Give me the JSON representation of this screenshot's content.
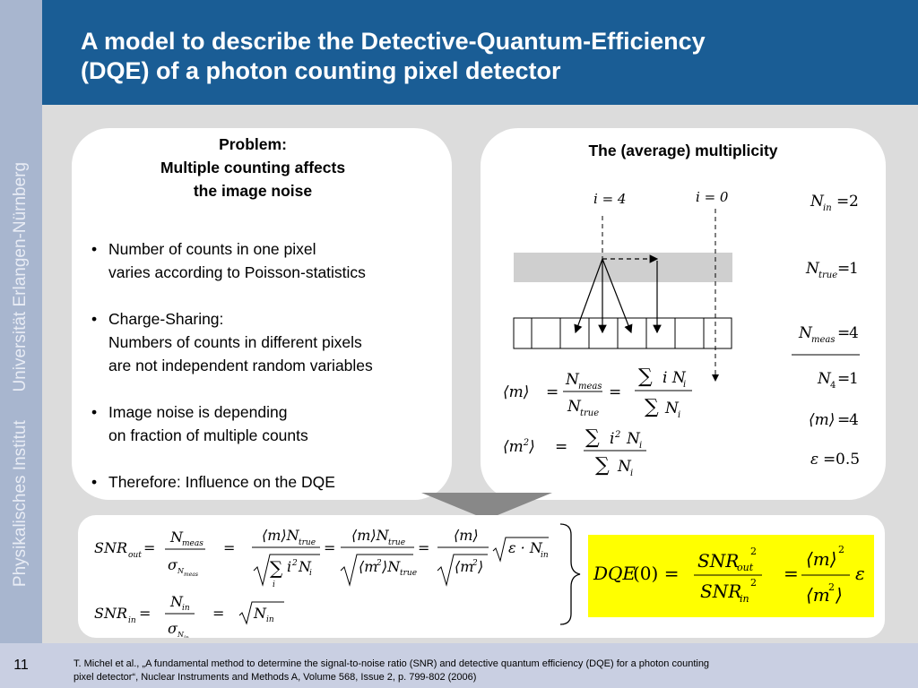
{
  "sidebar": {
    "text": "Physikalisches Institut      Universität Erlangen-Nürnberg"
  },
  "header": {
    "title_line1": "A model to describe the Detective-Quantum-Efficiency",
    "title_line2": "(DQE) of a photon counting pixel detector"
  },
  "left_panel": {
    "heading_lines": [
      "Problem:",
      "Multiple counting affects",
      "the image noise"
    ],
    "bullets": [
      {
        "line1": "Number of counts in one pixel",
        "line2": "varies according to Poisson-statistics",
        "line3": ""
      },
      {
        "line1": "Charge-Sharing:",
        "line2": "Numbers of counts in different pixels",
        "line3": "are not independent random variables"
      },
      {
        "line1": "Image noise is depending",
        "line2": "on fraction of multiple counts",
        "line3": ""
      },
      {
        "line1": "Therefore: Influence on the DQE",
        "line2": "",
        "line3": ""
      }
    ]
  },
  "right_panel": {
    "heading": "The (average) multiplicity",
    "labels": {
      "i_left": "i = 4",
      "i_right": "i = 0"
    },
    "values": {
      "N_in": "2",
      "N_true": "1",
      "N_meas": "4",
      "N_4": "1",
      "m_avg": "4",
      "epsilon": "0.5"
    }
  },
  "footer": {
    "page_number": "11",
    "citation_line1": "T. Michel et al., „A fundamental method to determine the signal-to-noise ratio (SNR) and detective quantum efficiency (DQE) for a photon counting",
    "citation_line2": "pixel detector“, Nuclear Instruments and Methods A, Volume 568, Issue 2, p. 799-802 (2006)"
  },
  "colors": {
    "header": "#1a5d95",
    "sidebar": "#a8b6cf",
    "highlight": "#ffff00",
    "footer": "#c9cfe2"
  }
}
